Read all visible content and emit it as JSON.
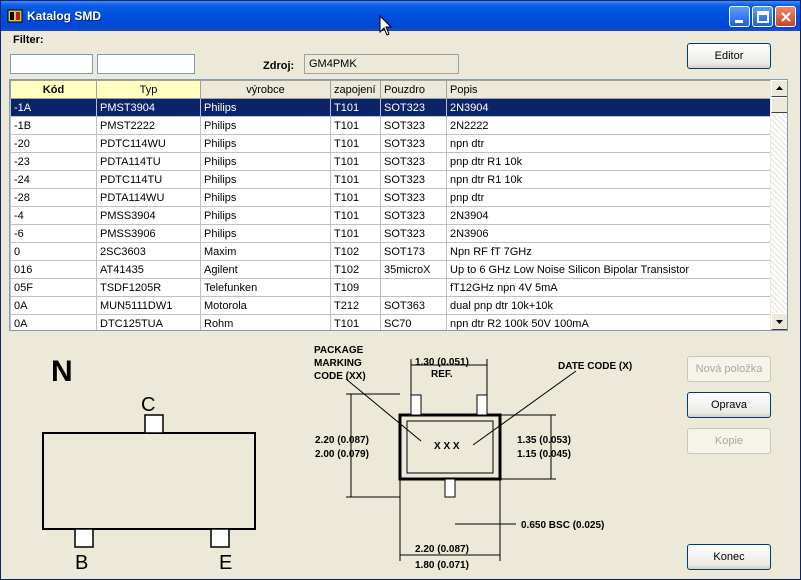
{
  "window": {
    "title": "Katalog SMD"
  },
  "filter": {
    "label": "Filter:",
    "value1": "",
    "value2": ""
  },
  "source": {
    "label": "Zdroj:",
    "value": "GM4PMK"
  },
  "buttons": {
    "editor": "Editor",
    "new": "Nová položka",
    "edit": "Oprava",
    "copy": "Kopie",
    "close": "Konec"
  },
  "table": {
    "columns": [
      "Kód",
      "Typ",
      "výrobce",
      "zapojení",
      "Pouzdro",
      "Popis"
    ],
    "selected_index": 0,
    "rows": [
      [
        "-1A",
        "PMST3904",
        "Philips",
        "T101",
        "SOT323",
        "2N3904"
      ],
      [
        "-1B",
        "PMST2222",
        "Philips",
        "T101",
        "SOT323",
        "2N2222"
      ],
      [
        "-20",
        "PDTC114WU",
        "Philips",
        "T101",
        "SOT323",
        "npn dtr"
      ],
      [
        "-23",
        "PDTA114TU",
        "Philips",
        "T101",
        "SOT323",
        "pnp dtr R1 10k"
      ],
      [
        "-24",
        "PDTC114TU",
        "Philips",
        "T101",
        "SOT323",
        "npn dtr R1 10k"
      ],
      [
        "-28",
        "PDTA114WU",
        "Philips",
        "T101",
        "SOT323",
        "pnp dtr"
      ],
      [
        "-4",
        "PMSS3904",
        "Philips",
        "T101",
        "SOT323",
        "2N3904"
      ],
      [
        "-6",
        "PMSS3906",
        "Philips",
        "T101",
        "SOT323",
        "2N3906"
      ],
      [
        "0",
        "2SC3603",
        "Maxim",
        "T102",
        "SOT173",
        "Npn RF fT 7GHz"
      ],
      [
        "016",
        "AT41435",
        "Agilent",
        "T102",
        "35microX",
        "Up to 6 GHz Low Noise Silicon Bipolar Transistor"
      ],
      [
        "05F",
        "TSDF1205R",
        "Telefunken",
        "T109",
        "",
        "fT12GHz npn 4V 5mA"
      ],
      [
        "0A",
        "MUN5111DW1",
        "Motorola",
        "T212",
        "SOT363",
        "dual pnp dtr 10k+10k"
      ],
      [
        "0A",
        "DTC125TUA",
        "Rohm",
        "T101",
        "SC70",
        "npn dtr R2 100k 50V 100mA"
      ]
    ]
  },
  "pinout": {
    "type_letter": "N",
    "pin_c": "C",
    "pin_b": "B",
    "pin_e": "E"
  },
  "package": {
    "marking_label_1": "PACKAGE",
    "marking_label_2": "MARKING",
    "marking_label_3": "CODE (XX)",
    "top_dim": "1.30 (0.051)",
    "top_ref": "REF.",
    "date_code": "DATE CODE (X)",
    "marking": "X X X",
    "left_dim_1": "2.20 (0.087)",
    "left_dim_2": "2.00 (0.079)",
    "right_dim_1": "1.35 (0.053)",
    "right_dim_2": "1.15 (0.045)",
    "pitch": "0.650 BSC (0.025)",
    "bottom_dim_1": "2.20 (0.087)",
    "bottom_dim_2": "1.80 (0.071)"
  }
}
